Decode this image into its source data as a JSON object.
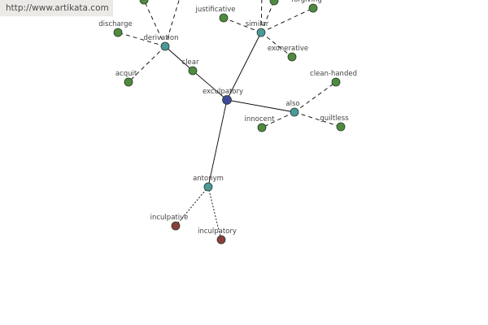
{
  "watermark": "http://www.artikata.com",
  "colors": {
    "center": "#3d4a9a",
    "relation": "#4a9a9a",
    "synonym": "#4f8a3f",
    "antonym": "#8a3f3a",
    "stroke": "#2a3a2a",
    "edge": "#000000"
  },
  "nodes": [
    {
      "id": "exculpatory",
      "label": "exculpatory",
      "kind": "center"
    },
    {
      "id": "derivation",
      "label": "derivation",
      "kind": "relation"
    },
    {
      "id": "similar",
      "label": "similar",
      "kind": "relation"
    },
    {
      "id": "also",
      "label": "also",
      "kind": "relation"
    },
    {
      "id": "antonym",
      "label": "antonym",
      "kind": "relation"
    },
    {
      "id": "clear",
      "label": "clear",
      "kind": "synonym"
    },
    {
      "id": "discharge",
      "label": "discharge",
      "kind": "synonym"
    },
    {
      "id": "acquit",
      "label": "acquit",
      "kind": "synonym"
    },
    {
      "id": "top1",
      "label": "",
      "kind": "synonym"
    },
    {
      "id": "justificative",
      "label": "justificative",
      "kind": "synonym"
    },
    {
      "id": "exonerative",
      "label": "exonerative",
      "kind": "synonym"
    },
    {
      "id": "forgiving",
      "label": "forgiving",
      "kind": "synonym"
    },
    {
      "id": "top2",
      "label": "",
      "kind": "synonym"
    },
    {
      "id": "clean-handed",
      "label": "clean-handed",
      "kind": "synonym"
    },
    {
      "id": "innocent",
      "label": "innocent",
      "kind": "synonym"
    },
    {
      "id": "guiltless",
      "label": "guiltless",
      "kind": "synonym"
    },
    {
      "id": "inculpative",
      "label": "inculpative",
      "kind": "antonym"
    },
    {
      "id": "inculpatory",
      "label": "inculpatory",
      "kind": "antonym"
    }
  ],
  "edges": [
    {
      "from": "exculpatory",
      "to": "clear",
      "style": "solid"
    },
    {
      "from": "clear",
      "to": "derivation",
      "style": "solid"
    },
    {
      "from": "exculpatory",
      "to": "similar",
      "style": "solid"
    },
    {
      "from": "exculpatory",
      "to": "also",
      "style": "solid"
    },
    {
      "from": "exculpatory",
      "to": "antonym",
      "style": "solid"
    },
    {
      "from": "derivation",
      "to": "discharge",
      "style": "dashed"
    },
    {
      "from": "derivation",
      "to": "acquit",
      "style": "dashed"
    },
    {
      "from": "derivation",
      "to": "top1",
      "style": "dashed"
    },
    {
      "from": "derivation",
      "to": "offscreen1",
      "style": "dashed"
    },
    {
      "from": "similar",
      "to": "justificative",
      "style": "dashed"
    },
    {
      "from": "similar",
      "to": "exonerative",
      "style": "dashed"
    },
    {
      "from": "similar",
      "to": "forgiving",
      "style": "dashed"
    },
    {
      "from": "similar",
      "to": "top2",
      "style": "dashed"
    },
    {
      "from": "similar",
      "to": "offscreen2",
      "style": "dashed"
    },
    {
      "from": "also",
      "to": "clean-handed",
      "style": "dashed"
    },
    {
      "from": "also",
      "to": "innocent",
      "style": "dashed"
    },
    {
      "from": "also",
      "to": "guiltless",
      "style": "dashed"
    },
    {
      "from": "antonym",
      "to": "inculpative",
      "style": "dotted"
    },
    {
      "from": "antonym",
      "to": "inculpatory",
      "style": "dotted"
    }
  ]
}
